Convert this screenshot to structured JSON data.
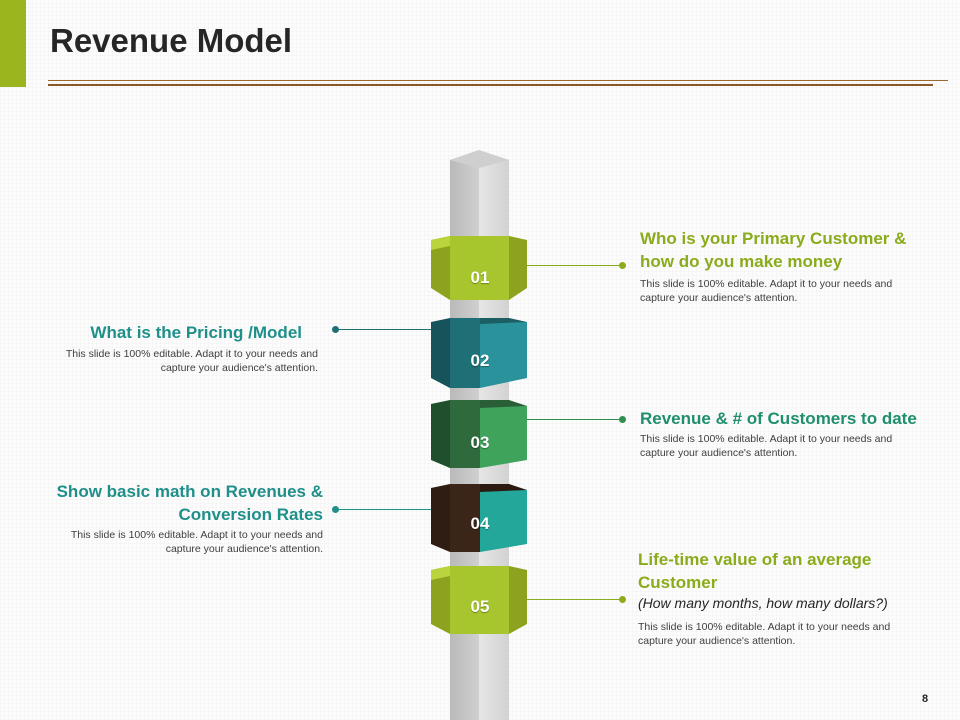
{
  "slide": {
    "title": "Revenue Model",
    "page_number": "8"
  },
  "steps": [
    {
      "number": "01",
      "side": "right",
      "heading": "Who is your Primary Customer & how do you make money",
      "description": "This slide is 100% editable. Adapt it to your needs and capture your audience's attention.",
      "color": "#a7c52c"
    },
    {
      "number": "02",
      "side": "left",
      "heading": "What is the Pricing /Model",
      "description": "This slide is 100% editable. Adapt it to your needs and capture your audience's attention.",
      "color": "#1f6f76"
    },
    {
      "number": "03",
      "side": "right",
      "heading": "Revenue & # of Customers to date",
      "description": "This slide is 100% editable. Adapt it to your needs and capture your audience's attention.",
      "color": "#2e7f42"
    },
    {
      "number": "04",
      "side": "left",
      "heading": "Show basic math on Revenues & Conversion Rates",
      "description": "This slide is 100% editable. Adapt it to your needs and capture your audience's attention.",
      "color": "#3b2418"
    },
    {
      "number": "05",
      "side": "right",
      "heading": "Life-time value of an average Customer",
      "subheading": "(How many months, how many dollars?)",
      "description": "This slide is 100% editable. Adapt it to your needs and capture your audience's attention.",
      "color": "#a7c52c"
    }
  ]
}
